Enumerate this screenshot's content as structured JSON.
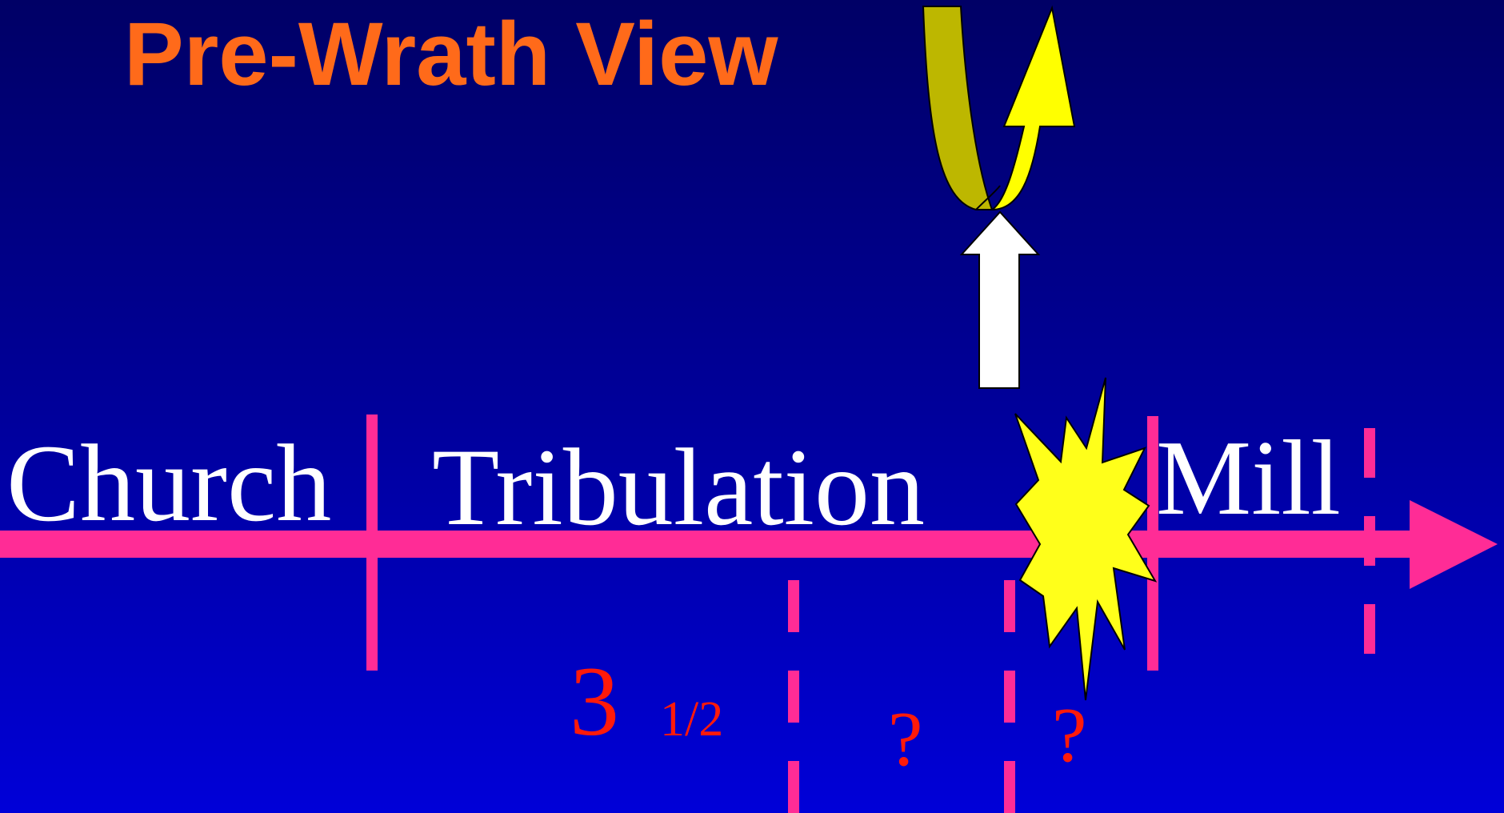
{
  "title": "Pre-Wrath View",
  "periods": {
    "church": "Church",
    "tribulation": "Tribulation",
    "millennium": "Mill"
  },
  "markers": {
    "three": "3",
    "half": "1/2",
    "question_1": "?",
    "question_2": "?"
  },
  "colors": {
    "background_top": "#000066",
    "background_bottom": "#0000d8",
    "title": "#ff6a1a",
    "timeline": "#ff2c96",
    "period_text": "#ffffff",
    "marker_text": "#ff1a0a",
    "burst": "#ffff1a",
    "rapture_arrow": "#ffff00",
    "up_arrow": "#ffffff"
  },
  "icons": {
    "rapture": "curved-up-arrow-icon",
    "ascent": "white-up-arrow-icon",
    "wrath_event": "explosion-burst-icon"
  }
}
